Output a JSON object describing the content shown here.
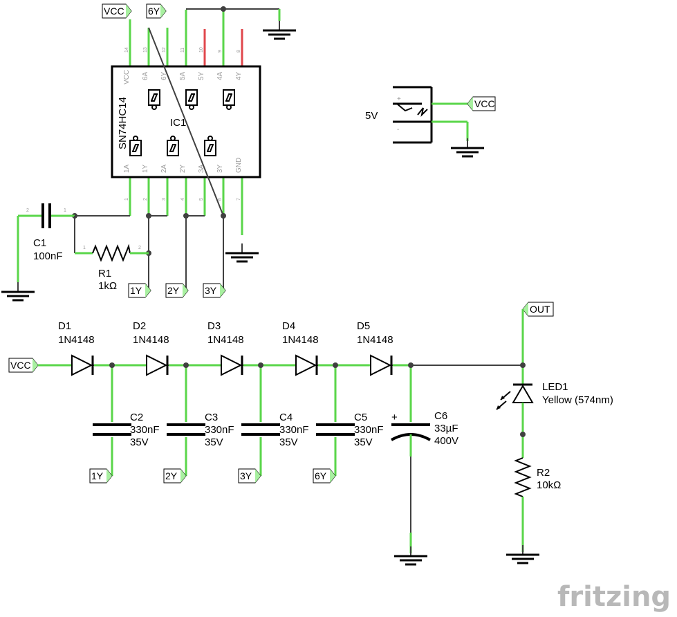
{
  "ic": {
    "ref": "IC1",
    "part": "SN74HC14",
    "top_pins": [
      "VCC",
      "6A",
      "6Y",
      "5A",
      "5Y",
      "4A",
      "4Y"
    ],
    "top_nums": [
      "14",
      "13",
      "12",
      "11",
      "10",
      "9",
      "8"
    ],
    "bottom_pins": [
      "1A",
      "1Y",
      "2A",
      "2Y",
      "3A",
      "3Y",
      "GND"
    ],
    "bottom_nums": [
      "1",
      "2",
      "3",
      "4",
      "5",
      "6",
      "7"
    ]
  },
  "c1": {
    "ref": "C1",
    "value": "100nF",
    "pin1": "1",
    "pin2": "2"
  },
  "r1": {
    "ref": "R1",
    "value": "1kΩ",
    "pin1": "1",
    "pin2": "2"
  },
  "supply": {
    "value": "5V",
    "plus": "+",
    "minus": "-"
  },
  "diodes": [
    {
      "ref": "D1",
      "part": "1N4148"
    },
    {
      "ref": "D2",
      "part": "1N4148"
    },
    {
      "ref": "D3",
      "part": "1N4148"
    },
    {
      "ref": "D4",
      "part": "1N4148"
    },
    {
      "ref": "D5",
      "part": "1N4148"
    }
  ],
  "caps": [
    {
      "ref": "C2",
      "value": "330nF",
      "voltage": "35V"
    },
    {
      "ref": "C3",
      "value": "330nF",
      "voltage": "35V"
    },
    {
      "ref": "C4",
      "value": "330nF",
      "voltage": "35V"
    },
    {
      "ref": "C5",
      "value": "330nF",
      "voltage": "35V"
    }
  ],
  "c6": {
    "ref": "C6",
    "value": "33µF",
    "voltage": "400V",
    "plus": "+"
  },
  "led1": {
    "ref": "LED1",
    "value": "Yellow (574nm)"
  },
  "r2": {
    "ref": "R2",
    "value": "10kΩ"
  },
  "nets": {
    "vcc": "VCC",
    "y6": "6Y",
    "y1": "1Y",
    "y2": "2Y",
    "y3": "3Y",
    "out": "OUT"
  },
  "logo": "fritzing"
}
